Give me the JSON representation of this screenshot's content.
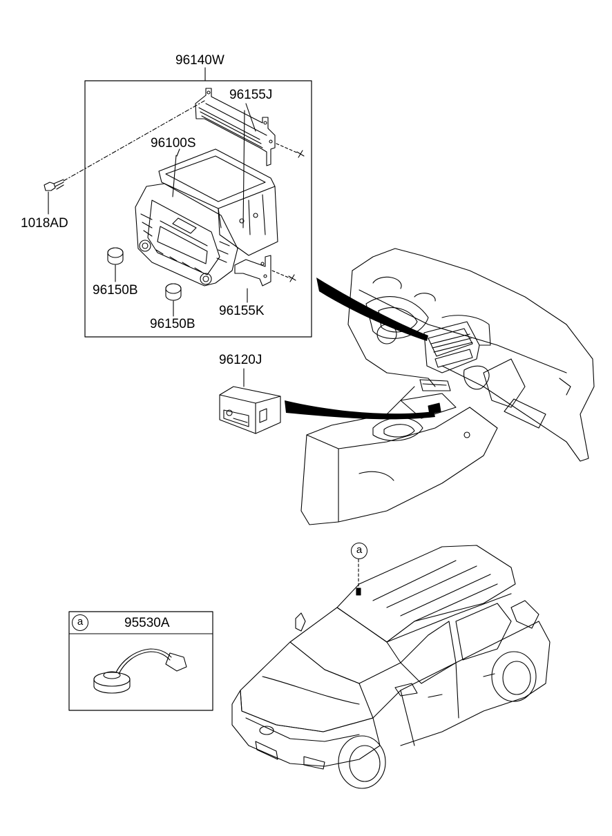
{
  "parts": {
    "head_unit_assembly": "96140W",
    "upper_bracket": "96155J",
    "head_unit": "96100S",
    "screw": "1018AD",
    "knob_left": "96150B",
    "knob_right": "96150B",
    "lower_bracket": "96155K",
    "aux_usb_jack": "96120J"
  },
  "detail": {
    "marker": "a",
    "part": "95530A"
  },
  "vehicle_marker": "a"
}
